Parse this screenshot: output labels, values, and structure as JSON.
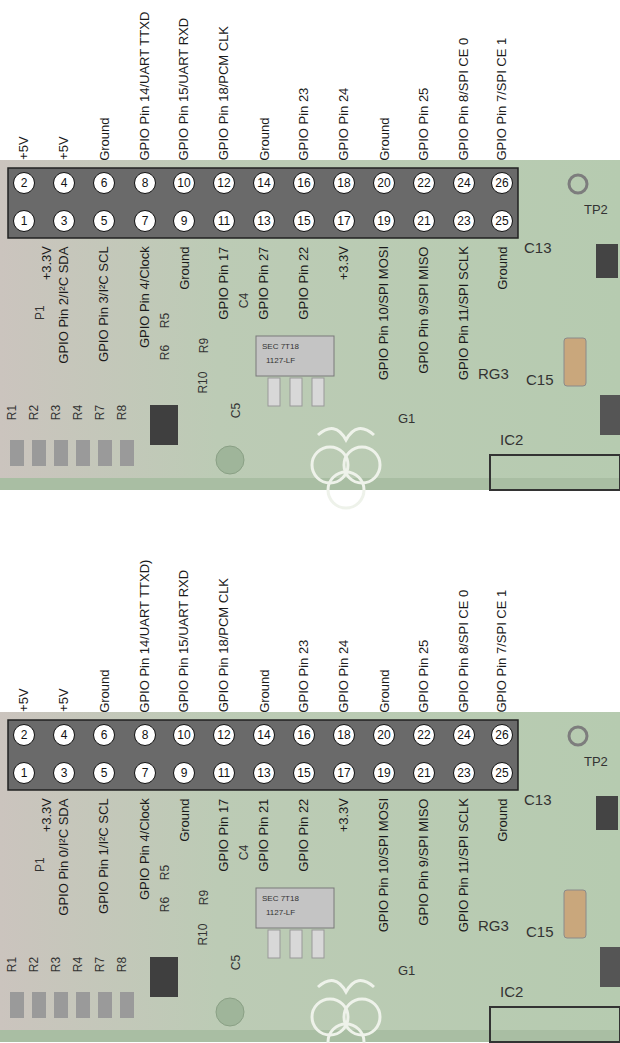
{
  "diagram": {
    "nodes": [
      {
        "text": [
          "2"
        ]
      },
      {
        "text": [
          "4"
        ]
      },
      {
        "text": [
          "6"
        ]
      },
      {
        "text": [
          "8"
        ]
      },
      {
        "text": [
          "10"
        ]
      },
      {
        "text": [
          "12"
        ]
      },
      {
        "text": [
          "14"
        ]
      },
      {
        "text": [
          "16"
        ]
      },
      {
        "text": [
          "18"
        ]
      },
      {
        "text": [
          "20"
        ]
      },
      {
        "text": [
          "22"
        ]
      },
      {
        "text": [
          "24"
        ]
      },
      {
        "text": [
          "26"
        ]
      },
      {
        "text": [
          "1"
        ]
      },
      {
        "text": [
          "3"
        ]
      },
      {
        "text": [
          "5"
        ]
      },
      {
        "text": [
          "7"
        ]
      },
      {
        "text": [
          "9"
        ]
      },
      {
        "text": [
          "11"
        ]
      },
      {
        "text": [
          "13"
        ]
      },
      {
        "text": [
          "15"
        ]
      },
      {
        "text": [
          "17"
        ]
      },
      {
        "text": [
          "19"
        ]
      },
      {
        "text": [
          "21"
        ]
      },
      {
        "text": [
          "23"
        ]
      },
      {
        "text": [
          "25"
        ]
      },
      {
        "text": [
          "2"
        ]
      },
      {
        "text": [
          "4"
        ]
      },
      {
        "text": [
          "6"
        ]
      },
      {
        "text": [
          "8"
        ]
      },
      {
        "text": [
          "10"
        ]
      },
      {
        "text": [
          "12"
        ]
      },
      {
        "text": [
          "14"
        ]
      },
      {
        "text": [
          "16"
        ]
      },
      {
        "text": [
          "18"
        ]
      },
      {
        "text": [
          "20"
        ]
      },
      {
        "text": [
          "22"
        ]
      },
      {
        "text": [
          "24"
        ]
      },
      {
        "text": [
          "26"
        ]
      },
      {
        "text": [
          "1"
        ]
      },
      {
        "text": [
          "3"
        ]
      },
      {
        "text": [
          "5"
        ]
      },
      {
        "text": [
          "7"
        ]
      },
      {
        "text": [
          "9"
        ]
      },
      {
        "text": [
          "11"
        ]
      },
      {
        "text": [
          "13"
        ]
      },
      {
        "text": [
          "15"
        ]
      },
      {
        "text": [
          "17"
        ]
      },
      {
        "text": [
          "19"
        ]
      },
      {
        "text": [
          "21"
        ]
      },
      {
        "text": [
          "23"
        ]
      },
      {
        "text": [
          "25"
        ]
      }
    ],
    "labels": [
      "+5V",
      "+5V",
      "Ground",
      "GPIO Pin 14/UART TTXD",
      "GPIO Pin 15/UART RXD",
      "GPIO Pin 18/PCM CLK",
      "Ground",
      "GPIO Pin 23",
      "GPIO Pin 24",
      "Ground",
      "GPIO Pin 25",
      "GPIO Pin 8/SPI CE 0",
      "GPIO Pin 7/SPI CE 1",
      "+3.3V",
      "GPIO Pin 2/I²C SDA",
      "GPIO Pin 3/I²C SCL",
      "GPIO Pin 4/Clock",
      "Ground",
      "GPIO Pin 17",
      "GPIO Pin 27",
      "GPIO Pin 22",
      "+3.3V",
      "GPIO Pin 10/SPI MOSI",
      "GPIO Pin 9/SPI MISO",
      "GPIO Pin 11/SPI SCLK",
      "Ground",
      "TP2",
      "C13",
      "P1",
      "C4",
      "R5",
      "R9",
      "R6",
      "R10",
      "SEC 7T18",
      "1127-LF",
      "C15",
      "RG3",
      "R1",
      "R2",
      "R3",
      "R4",
      "R7",
      "R8",
      "C5",
      "G1",
      "IC2",
      "+5V",
      "+5V",
      "Ground",
      "GPIO Pin 14/UART TTXD)",
      "GPIO Pin 15/UART RXD",
      "GPIO Pin 18/PCM CLK",
      "Ground",
      "GPIO Pin 23",
      "GPIO Pin 24",
      "Ground",
      "GPIO Pin 25",
      "GPIO Pin 8/SPI CE 0",
      "GPIO Pin 7/SPI CE 1",
      "+3.3V",
      "GPIO Pin 0/I²C SDA",
      "GPIO Pin 1/I²C SCL",
      "GPIO Pin 4/Clock",
      "Ground",
      "GPIO Pin 17",
      "GPIO Pin 21",
      "GPIO Pin 22",
      "+3.3V",
      "GPIO Pin 10/SPI MOSI",
      "GPIO Pin 9/SPI MISO",
      "GPIO Pin 11/SPI SCLK",
      "Ground",
      "TP2",
      "C13",
      "P1",
      "C4",
      "R5",
      "R9",
      "R6",
      "R10",
      "SEC 7T18",
      "1127-LF",
      "C15",
      "RG3",
      "R1",
      "R2",
      "R3",
      "R4",
      "R7",
      "R8",
      "C5",
      "G1",
      "IC2"
    ]
  }
}
